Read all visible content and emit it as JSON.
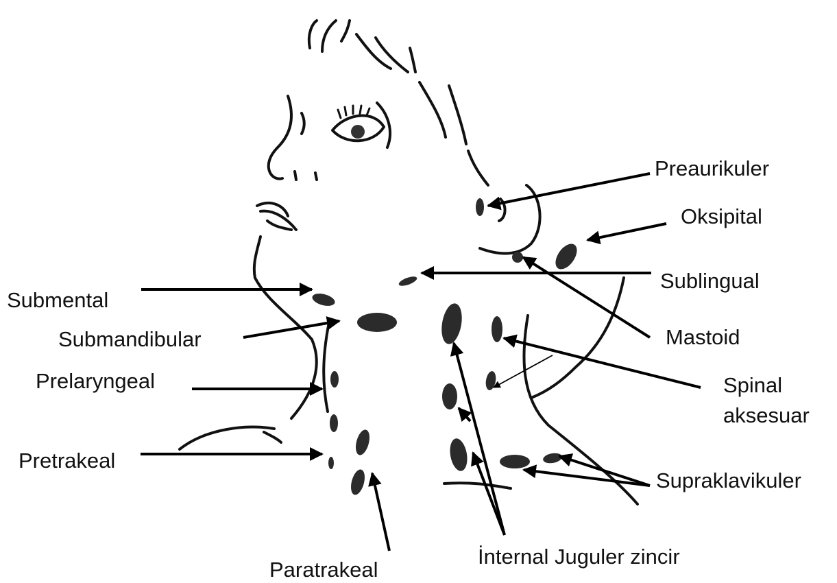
{
  "labels": {
    "preaurikuler": "Preaurikuler",
    "oksipital": "Oksipital",
    "sublingual": "Sublingual",
    "mastoid": "Mastoid",
    "spinal_line1": "Spinal",
    "spinal_line2": "aksesuar",
    "supraklavikuler": "Supraklavikuler",
    "internal_juguler": "İnternal Juguler zincir",
    "paratrakeal": "Paratrakeal",
    "pretrakeal": "Pretrakeal",
    "prelaryngeal": "Prelaryngeal",
    "submandibular": "Submandibular",
    "submental": "Submental"
  },
  "colors": {
    "ink": "#111111",
    "node": "#2b2b2b",
    "background": "#ffffff"
  }
}
